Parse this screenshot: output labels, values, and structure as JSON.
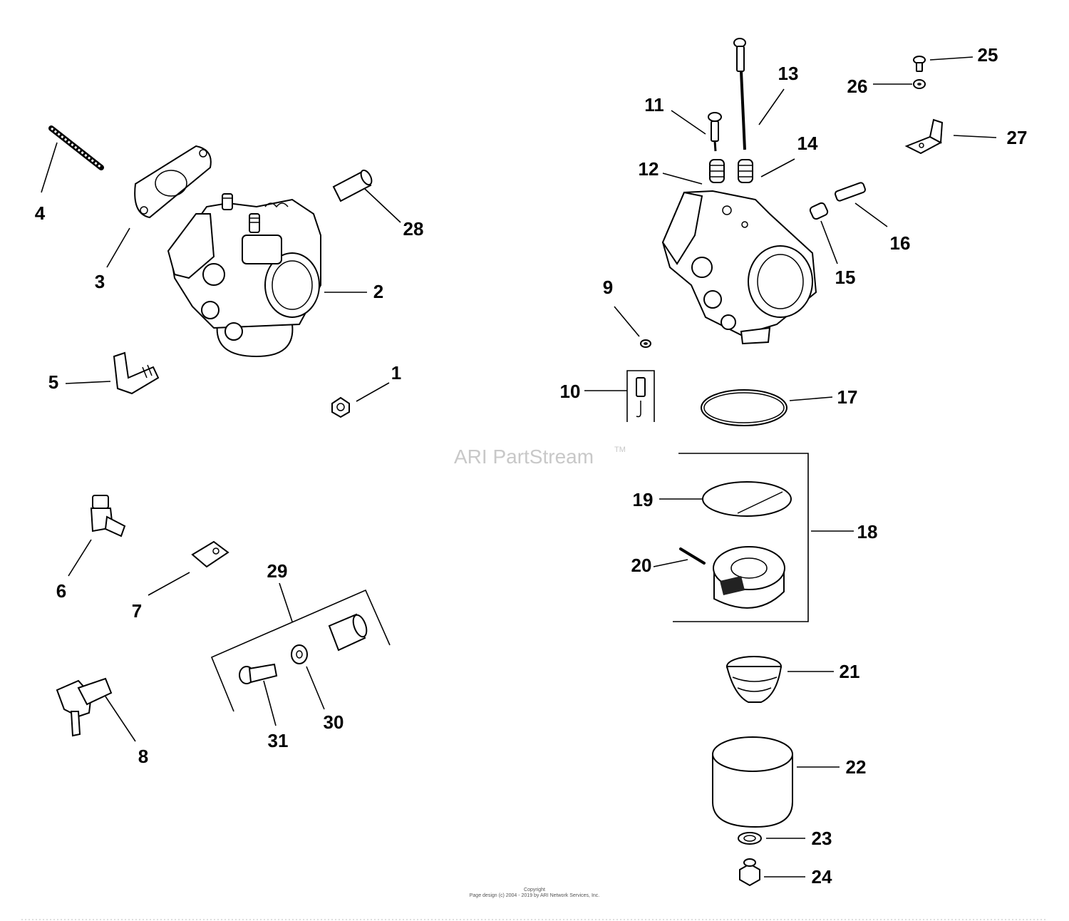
{
  "callouts": [
    {
      "id": "1",
      "label": "1"
    },
    {
      "id": "2",
      "label": "2"
    },
    {
      "id": "3",
      "label": "3"
    },
    {
      "id": "4",
      "label": "4"
    },
    {
      "id": "5",
      "label": "5"
    },
    {
      "id": "6",
      "label": "6"
    },
    {
      "id": "7",
      "label": "7"
    },
    {
      "id": "8",
      "label": "8"
    },
    {
      "id": "9",
      "label": "9"
    },
    {
      "id": "10",
      "label": "10"
    },
    {
      "id": "11",
      "label": "11"
    },
    {
      "id": "12",
      "label": "12"
    },
    {
      "id": "13",
      "label": "13"
    },
    {
      "id": "14",
      "label": "14"
    },
    {
      "id": "15",
      "label": "15"
    },
    {
      "id": "16",
      "label": "16"
    },
    {
      "id": "17",
      "label": "17"
    },
    {
      "id": "18",
      "label": "18"
    },
    {
      "id": "19",
      "label": "19"
    },
    {
      "id": "20",
      "label": "20"
    },
    {
      "id": "21",
      "label": "21"
    },
    {
      "id": "22",
      "label": "22"
    },
    {
      "id": "23",
      "label": "23"
    },
    {
      "id": "24",
      "label": "24"
    },
    {
      "id": "25",
      "label": "25"
    },
    {
      "id": "26",
      "label": "26"
    },
    {
      "id": "27",
      "label": "27"
    },
    {
      "id": "28",
      "label": "28"
    },
    {
      "id": "29",
      "label": "29"
    },
    {
      "id": "30",
      "label": "30"
    },
    {
      "id": "31",
      "label": "31"
    }
  ],
  "watermark": {
    "text": "ARI PartStream",
    "tm": "TM"
  },
  "footer": {
    "line1": "Copyright",
    "line2": "Page design (c) 2004 - 2019 by ARI Network Services, Inc."
  }
}
